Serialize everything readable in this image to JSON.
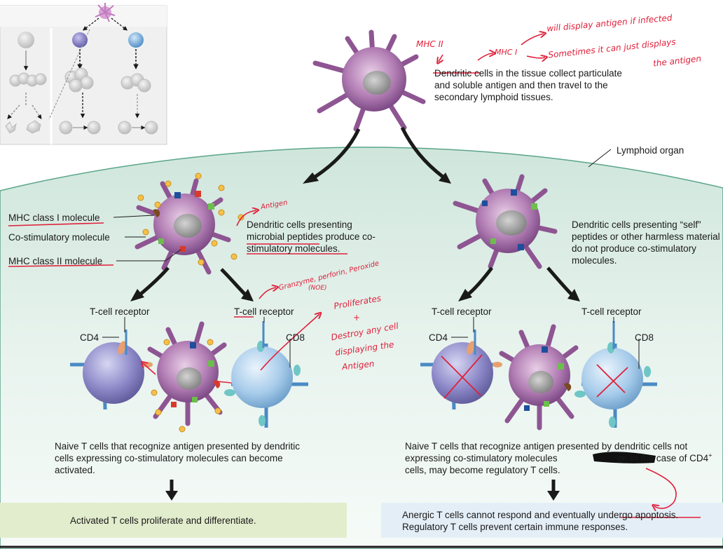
{
  "colors": {
    "lymphoid_fill_top": "#d9ece4",
    "lymphoid_fill_bottom": "#eef7f2",
    "cell_purple": "#b07ab2",
    "t_cell_cd4": "#8a86c4",
    "t_cell_cd8": "#9cc2e6",
    "annotation_red": "#e0203a",
    "box_green": "#e2edcd",
    "box_blue": "#e4eef7"
  },
  "top": {
    "description": "Dendritic cells in the tissue collect particulate and soluble antigen and then travel to the secondary lymphoid tissues.",
    "lymphoid_label": "Lymphoid organ"
  },
  "left": {
    "mhc1_label": "MHC class I molecule",
    "costim_label": "Co-stimulatory molecule",
    "mhc2_label": "MHC class II molecule",
    "description": "Dendritic cells presenting microbial peptides produce co-stimulatory molecules.",
    "tcr_left": "T-cell receptor",
    "tcr_right": "T-cell receptor",
    "cd4": "CD4",
    "cd8": "CD8",
    "bottom_text": "Naive T cells that recognize antigen presented by dendritic cells expressing co-stimulatory molecules can become activated.",
    "result": "Activated T cells proliferate and differentiate."
  },
  "right": {
    "description": "Dendritic cells presenting “self” peptides or other harmless material do not produce co-stimulatory molecules.",
    "tcr_left": "T-cell receptor",
    "tcr_right": "T-cell receptor",
    "cd4": "CD4",
    "cd8": "CD8",
    "bottom_text_a": "Naive T cells that recognize antigen presented by dendritic cells not expressing co-stimulatory molecules",
    "bottom_text_b": "or, in the case of CD4",
    "bottom_text_sup": "+",
    "bottom_text_c": " cells, may become regulatory T cells.",
    "result_line1": "Anergic T cells cannot respond and eventually undergo apoptosis.",
    "result_line2": "Regulatory T cells prevent certain immune responses."
  },
  "annotations": {
    "mhc2_top": "MHC II",
    "mhc1_top": "MHC I",
    "will_display": "will display antigen if infected",
    "sometimes": "Sometimes it can just displays",
    "the_antigen": "the antigen",
    "antigen": "Antigen",
    "granzyme": "Granzyme, perforin, Peroxide",
    "granzyme_sub": "(NOE)",
    "proliferates": "Proliferates",
    "plus": "+",
    "destroy1": "Destroy any cell",
    "destroy2": "displaying the",
    "destroy3": "Antigen"
  }
}
